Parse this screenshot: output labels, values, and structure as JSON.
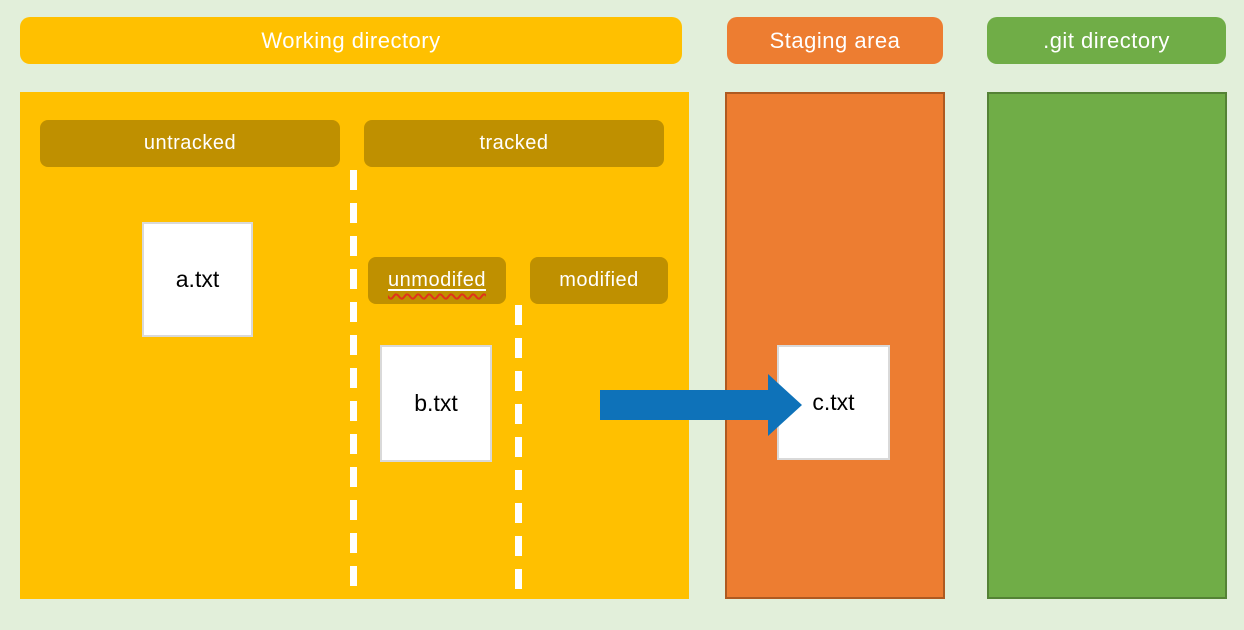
{
  "colors": {
    "background": "#E2EFDA",
    "working_fill": "#FFC000",
    "zone_label_fill": "#BF9000",
    "staging_fill": "#ED7D31",
    "staging_border": "#AE5A21",
    "git_fill": "#70AD47",
    "git_border": "#548235",
    "arrow_blue": "#0E72B9",
    "file_fill": "#FFFFFF",
    "file_border": "#D9D9D9",
    "spellcheck_red": "#E0341B",
    "divider_white": "#FFFFFF"
  },
  "working_directory": {
    "title": "Working directory",
    "untracked_label": "untracked",
    "tracked_label": "tracked",
    "unmodified_label": "unmodifed",
    "modified_label": "modified",
    "file_a": "a.txt",
    "file_b": "b.txt"
  },
  "staging_area": {
    "title": "Staging area",
    "file_c": "c.txt"
  },
  "git_directory": {
    "title": ".git directory"
  },
  "arrow": {
    "icon": "right-arrow-icon"
  }
}
